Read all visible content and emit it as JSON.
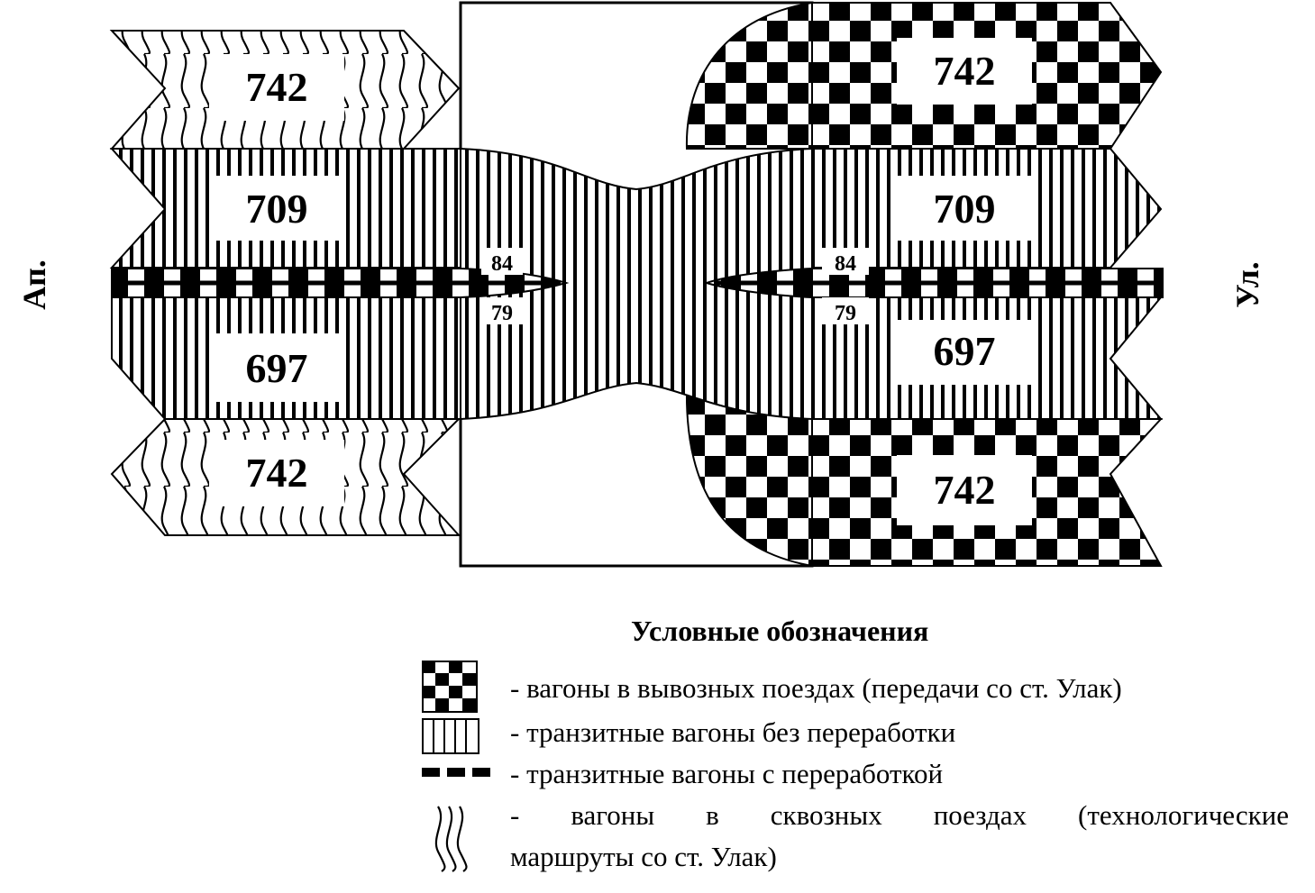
{
  "stations": {
    "left": "Ап.",
    "right": "Ул."
  },
  "left_bands": {
    "top": "742",
    "upper": "709",
    "lower": "697",
    "bottom": "742"
  },
  "right_bands": {
    "top": "742",
    "upper": "709",
    "lower": "697",
    "bottom": "742"
  },
  "dashed_flow": {
    "left_upper": "84",
    "left_lower": "79",
    "right_upper": "84",
    "right_lower": "79"
  },
  "legend": {
    "title": "Условные обозначения",
    "items": [
      {
        "pattern": "checker-icon",
        "text": "- вагоны в вывозных поездах (передачи со ст. Улак)"
      },
      {
        "pattern": "vertical-stripes-icon",
        "text": "- транзитные вагоны без переработки"
      },
      {
        "pattern": "dashed-line-icon",
        "text": "- транзитные вагоны с переработкой"
      },
      {
        "pattern": "wavy-lines-icon",
        "text": "- вагоны в сквозных поездах (технологические",
        "text_cont": "маршруты со ст. Улак)"
      }
    ]
  },
  "colors": {
    "ink": "#000000",
    "paper": "#ffffff"
  }
}
